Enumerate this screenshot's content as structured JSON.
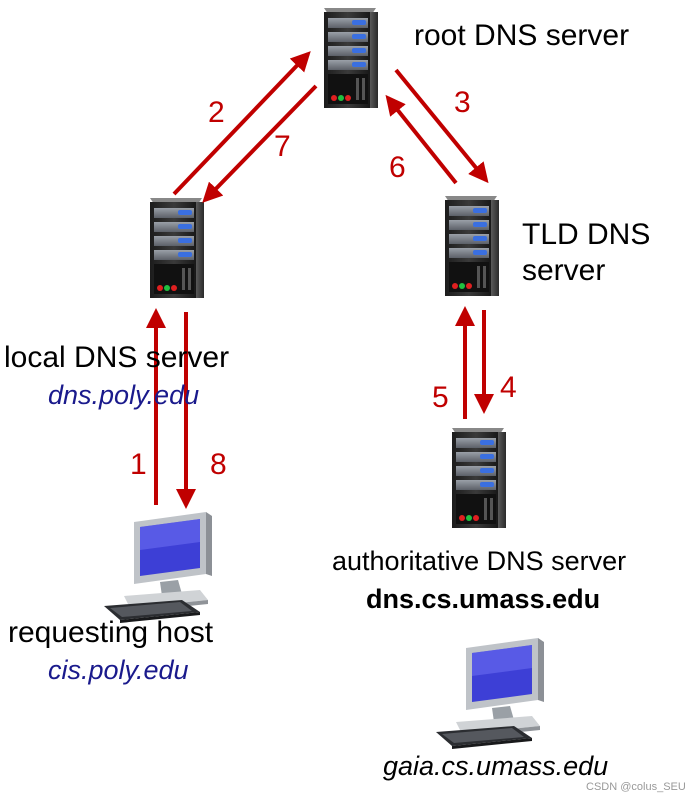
{
  "nodes": {
    "root": {
      "title": "root DNS server"
    },
    "tld": {
      "title_line1": "TLD DNS",
      "title_line2": "server"
    },
    "local": {
      "title": "local DNS server",
      "hostname": "dns.poly.edu"
    },
    "authoritative": {
      "title": "authoritative DNS server",
      "hostname": "dns.cs.umass.edu"
    },
    "requesting": {
      "title": "requesting host",
      "hostname": "cis.poly.edu"
    },
    "target": {
      "hostname": "gaia.cs.umass.edu"
    }
  },
  "steps": {
    "s1": "1",
    "s2": "2",
    "s3": "3",
    "s4": "4",
    "s5": "5",
    "s6": "6",
    "s7": "7",
    "s8": "8"
  },
  "watermark": "CSDN @colus_SEU",
  "colors": {
    "arrow": "#c00000",
    "hostname_italic": "#1a1a8c",
    "server_body": "#2a2a2a",
    "server_led_blue": "#3a6fe0"
  }
}
